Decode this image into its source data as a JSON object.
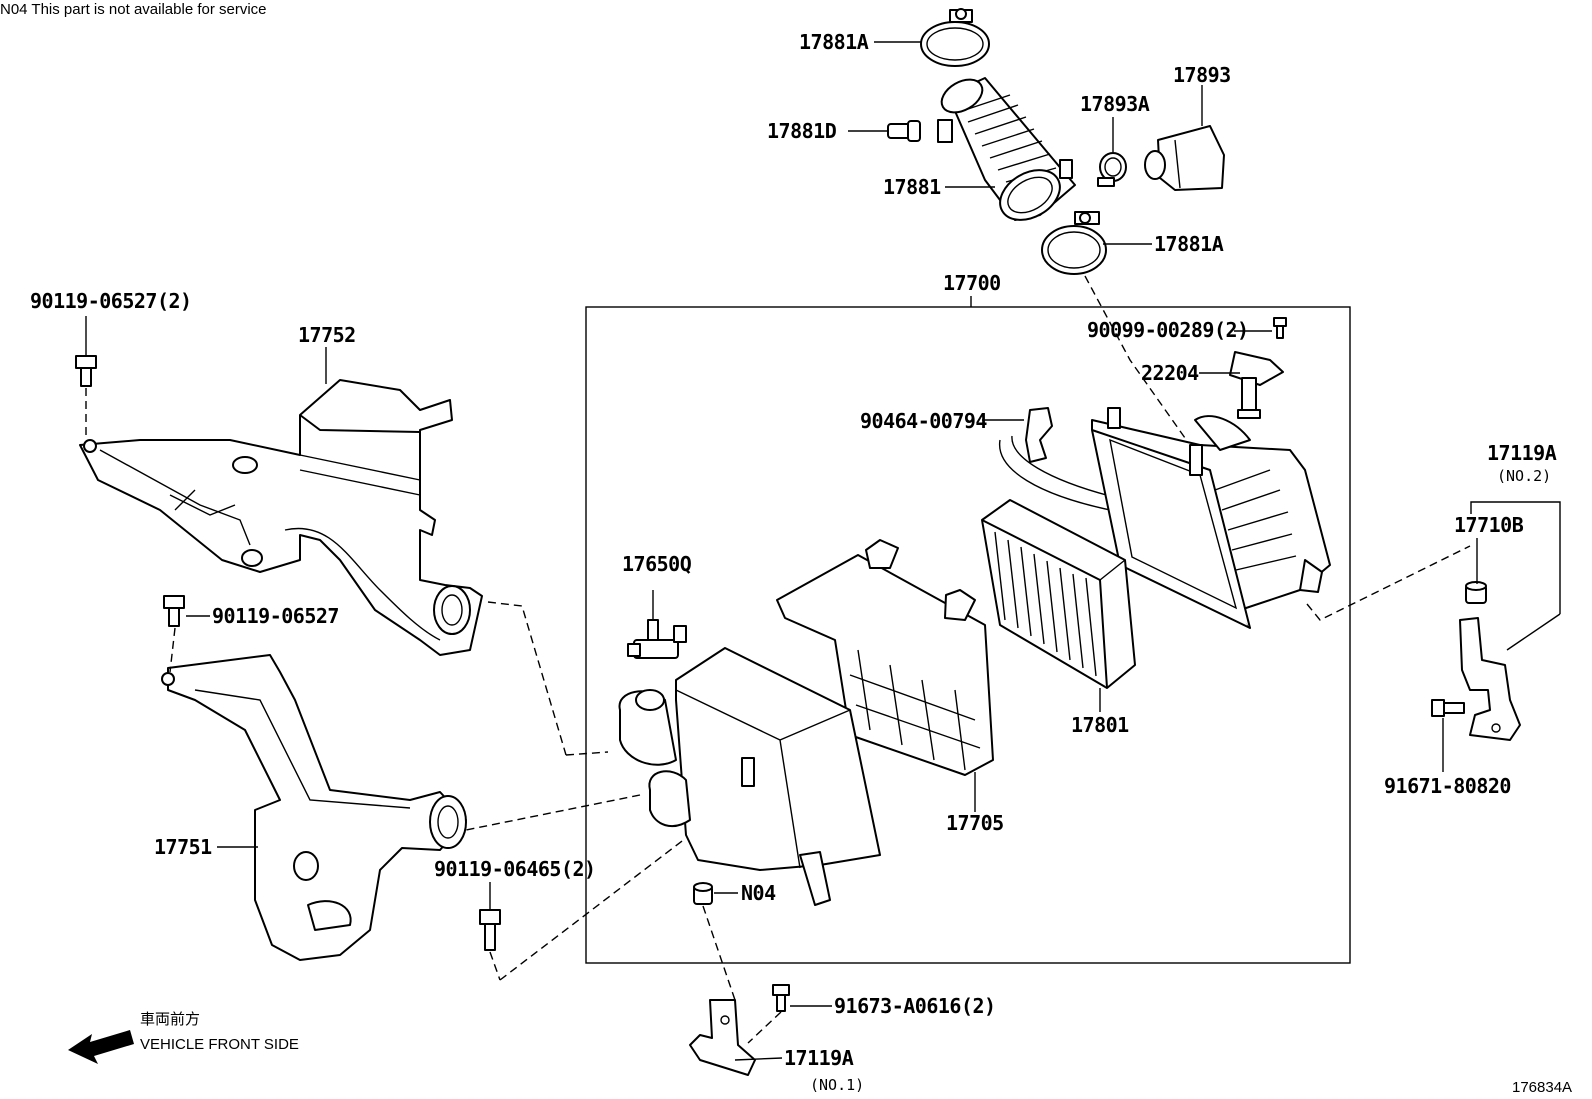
{
  "header_note": "N04 This part is not available for service",
  "diagram_id": "176834A",
  "direction": {
    "label_jp": "車両前方",
    "label_en": "VEHICLE FRONT SIDE"
  },
  "callouts": {
    "p17881A_top": "17881A",
    "p17881D": "17881D",
    "p17881": "17881",
    "p17893A": "17893A",
    "p17893": "17893",
    "p17881A_bottom": "17881A",
    "p17700": "17700",
    "p90099": "90099-00289(2)",
    "p22204": "22204",
    "p90464": "90464-00794",
    "p90119_06527_2": "90119-06527(2)",
    "p17752": "17752",
    "p90119_06527": "90119-06527",
    "p17650Q": "17650Q",
    "p17751": "17751",
    "p90119_06465": "90119-06465(2)",
    "pN04": "N04",
    "p17705": "17705",
    "p17801": "17801",
    "p17119A_no2": "17119A",
    "no2": "(NO.2)",
    "p17710B": "17710B",
    "p91671": "91671-80820",
    "p91673": "91673-A0616(2)",
    "p17119A_no1": "17119A",
    "no1": "(NO.1)"
  }
}
